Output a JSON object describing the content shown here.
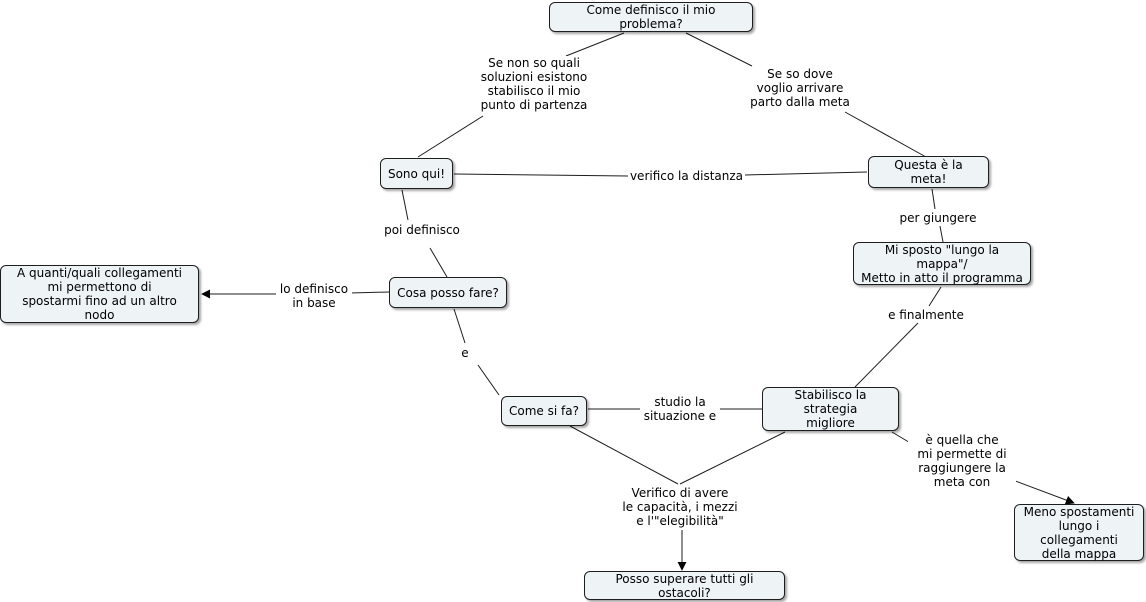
{
  "nodes": {
    "problem": "Come definisco il mio problema?",
    "start": "Sono qui!",
    "goal": "Questa è la meta!",
    "move": "Mi sposto \"lungo la mappa\"/\nMetto in atto il programma",
    "what": "Cosa posso fare?",
    "links_info": "A quanti/quali collegamenti\nmi permettono di\nspostarmi fino ad un altro nodo",
    "how": "Come si fa?",
    "strategy": "Stabilisco la strategia\nmigliore",
    "fewer": "Meno spostamenti\nlungo i collegamenti\ndella mappa",
    "obstacles": "Posso superare tutti gli ostacoli?"
  },
  "links": {
    "unknown_solutions": "Se non so quali\nsoluzioni esistono\nstabilisco il mio\npunto di partenza",
    "known_goal": "Se so dove\nvoglio arrivare\nparto dalla meta",
    "check_distance": "verifico la distanza",
    "to_reach": "per giungere",
    "then_define": "poi definisco",
    "define_based": "lo definisco\nin base",
    "and": "e",
    "finally": "e finalmente",
    "study": "studio la\nsituazione e",
    "allows": "è quella che\nmi permette di\nraggiungere la\nmeta con",
    "verify": "Verifico di avere\nle capacità, i mezzi\ne l'\"elegibilità\""
  },
  "colors": {
    "node_fill": "#eef3f6",
    "line": "#1e1e1e"
  }
}
